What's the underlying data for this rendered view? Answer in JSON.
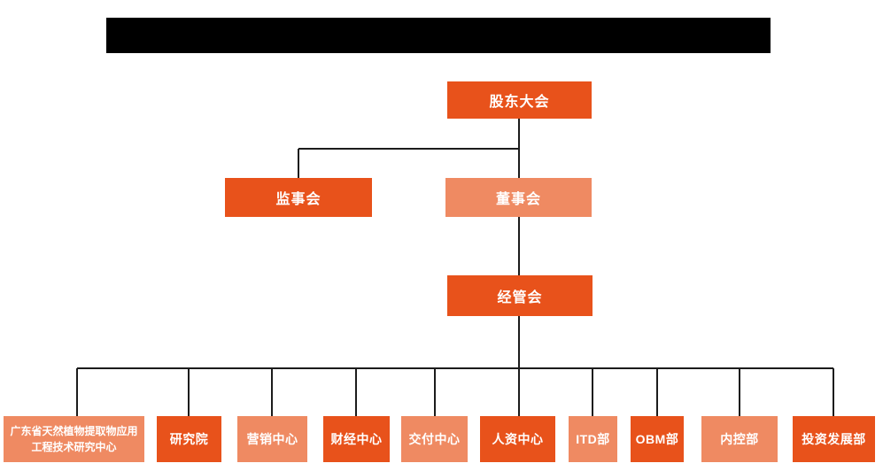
{
  "colors": {
    "primary_orange": "#E8521B",
    "secondary_salmon": "#EF8A62",
    "redacted_bar": "#000000",
    "connector_line": "#1C1C1C",
    "background": "#FFFFFF",
    "node_text": "#FFFFFF"
  },
  "org_chart": {
    "root": {
      "label": "股东大会",
      "variant": "dark"
    },
    "level2": [
      {
        "label": "监事会",
        "variant": "dark"
      },
      {
        "label": "董事会",
        "variant": "light"
      }
    ],
    "level3": {
      "label": "经管会",
      "variant": "dark"
    },
    "level4": [
      {
        "label": "广东省天然植物提取物应用工程技术研究中心",
        "variant": "light"
      },
      {
        "label": "研究院",
        "variant": "dark"
      },
      {
        "label": "营销中心",
        "variant": "light"
      },
      {
        "label": "财经中心",
        "variant": "dark"
      },
      {
        "label": "交付中心",
        "variant": "light"
      },
      {
        "label": "人资中心",
        "variant": "dark"
      },
      {
        "label": "ITD部",
        "variant": "light"
      },
      {
        "label": "OBM部",
        "variant": "dark"
      },
      {
        "label": "内控部",
        "variant": "light"
      },
      {
        "label": "投资发展部",
        "variant": "dark"
      }
    ]
  }
}
